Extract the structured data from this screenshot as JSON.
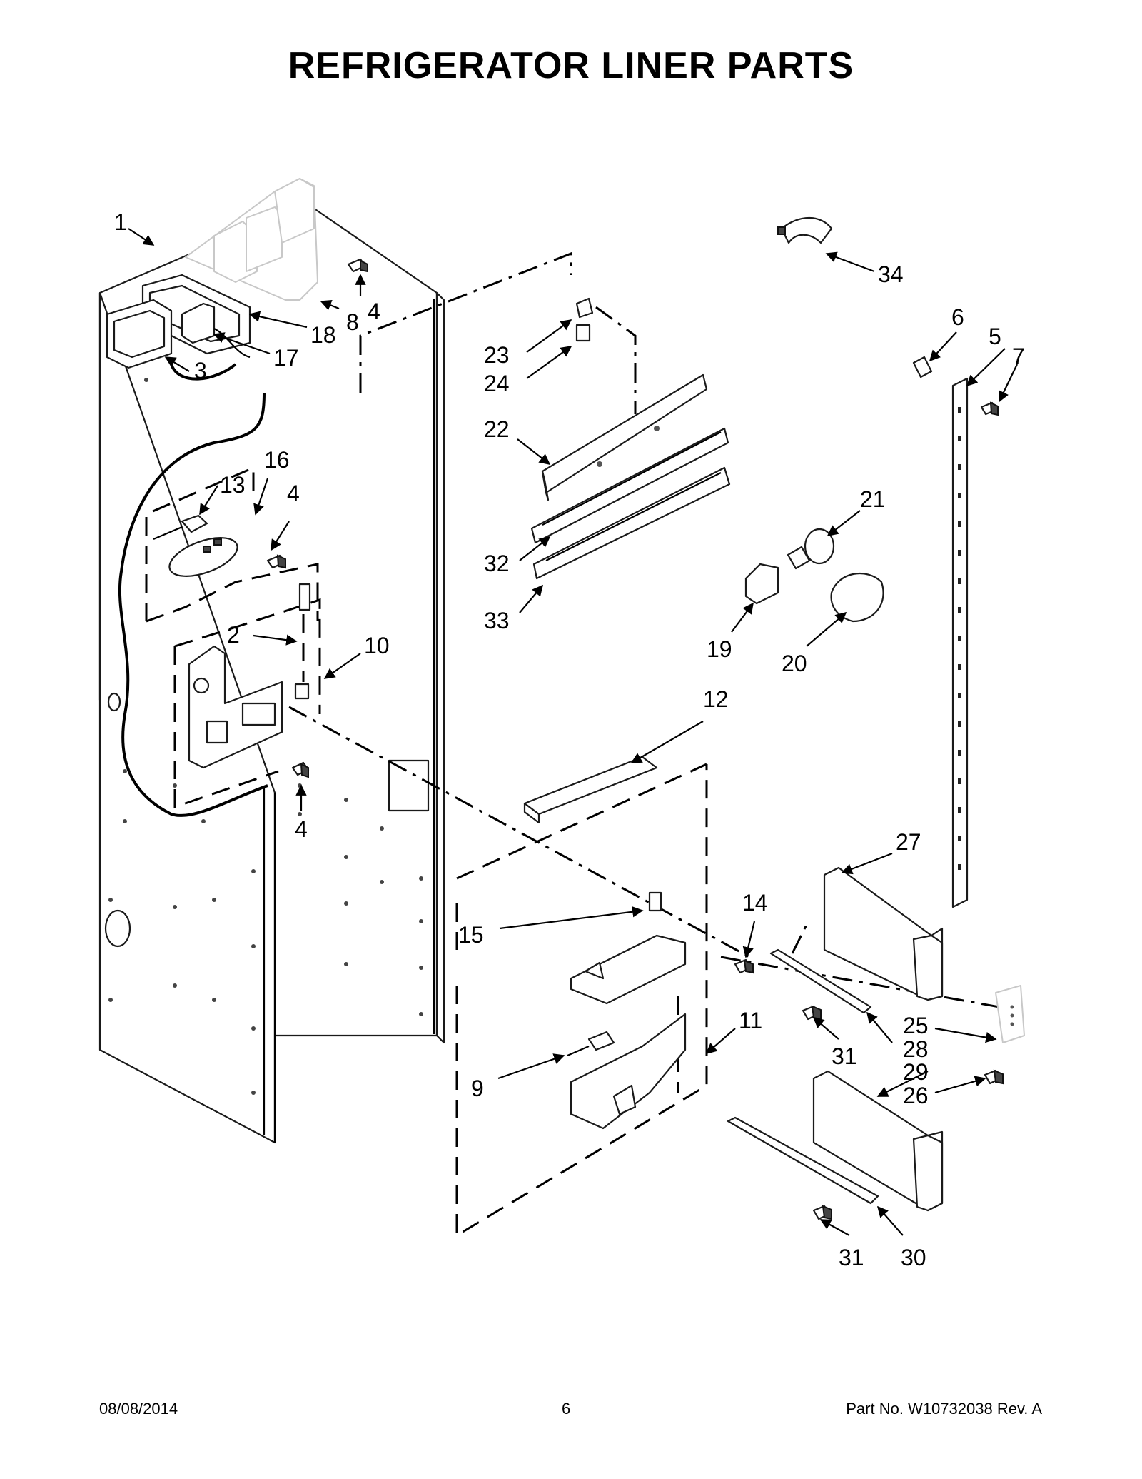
{
  "title": "REFRIGERATOR LINER PARTS",
  "footer": {
    "date": "08/08/2014",
    "page": "6",
    "part_number": "Part No.  W10732038  Rev.  A"
  },
  "callouts": {
    "c1": "1",
    "c2": "2",
    "c3": "3",
    "c4a": "4",
    "c4b": "4",
    "c4c": "4",
    "c5": "5",
    "c6": "6",
    "c7": "7",
    "c8": "8",
    "c9": "9",
    "c10": "10",
    "c11": "11",
    "c12": "12",
    "c13": "13",
    "c14": "14",
    "c15": "15",
    "c16": "16",
    "c17": "17",
    "c18": "18",
    "c19": "19",
    "c20": "20",
    "c21": "21",
    "c22": "22",
    "c23": "23",
    "c24": "24",
    "c25": "25",
    "c26": "26",
    "c27": "27",
    "c28": "28",
    "c29": "29",
    "c30": "30",
    "c31a": "31",
    "c31b": "31",
    "c32": "32",
    "c33": "33",
    "c34": "34"
  }
}
